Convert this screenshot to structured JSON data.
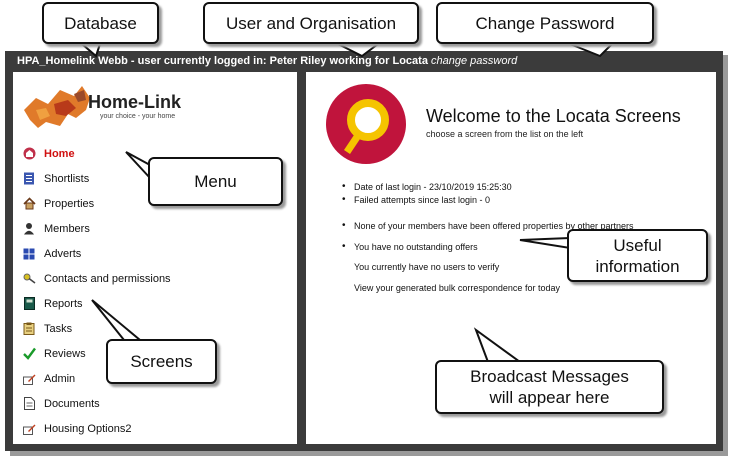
{
  "titlebar": {
    "text": "HPA_Homelink Webb - user currently logged in: Peter Riley working for Locata",
    "change_password": "change password"
  },
  "logo": {
    "name": "Home-Link",
    "tagline": "your choice - your home"
  },
  "menu": [
    {
      "label": "Home",
      "icon": "home-globe-icon",
      "active": true
    },
    {
      "label": "Shortlists",
      "icon": "list-icon"
    },
    {
      "label": "Properties",
      "icon": "house-icon"
    },
    {
      "label": "Members",
      "icon": "person-icon"
    },
    {
      "label": "Adverts",
      "icon": "grid-icon"
    },
    {
      "label": "Contacts and permissions",
      "icon": "key-icon"
    },
    {
      "label": "Reports",
      "icon": "book-icon"
    },
    {
      "label": "Tasks",
      "icon": "clipboard-icon"
    },
    {
      "label": "Reviews",
      "icon": "checkmark-icon"
    },
    {
      "label": "Admin",
      "icon": "pencil-icon"
    },
    {
      "label": "Documents",
      "icon": "document-icon"
    },
    {
      "label": "Housing Options2",
      "icon": "pencil-icon"
    }
  ],
  "welcome": {
    "title": "Welcome to the Locata Screens",
    "subtitle": "choose a screen from the list on the left"
  },
  "info": {
    "last_login": "Date of last login - 23/10/2019 15:25:30",
    "failed_attempts": "Failed attempts since last login - 0",
    "members_offered": "None of your members have been offered properties by other partners",
    "outstanding_offers": "You have no outstanding offers",
    "users_verify": "You currently have no users to verify",
    "bulk_correspondence": "View your generated bulk correspondence for today"
  },
  "callouts": {
    "database": "Database",
    "user_org": "User and Organisation",
    "change_password": "Change Password",
    "menu": "Menu",
    "screens": "Screens",
    "useful_1": "Useful",
    "useful_2": "information",
    "broadcast_1": "Broadcast Messages",
    "broadcast_2": "will appear here"
  },
  "colors": {
    "frame": "#3b3b3b",
    "active_menu": "#d01010",
    "locata_red": "#c0143c",
    "locata_yellow": "#f5c400"
  }
}
